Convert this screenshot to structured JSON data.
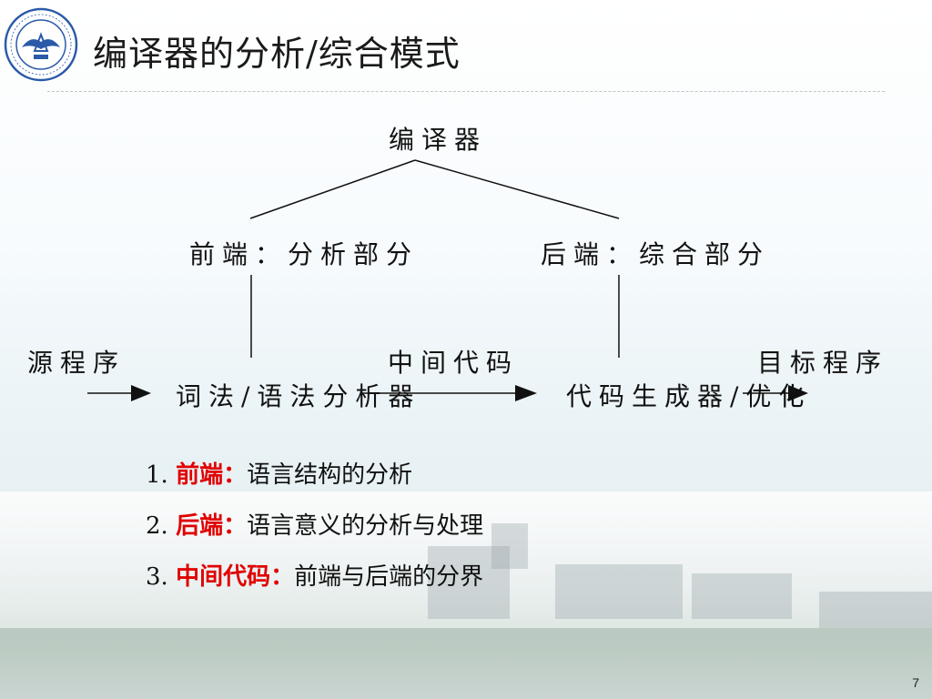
{
  "slide": {
    "title": "编译器的分析/综合模式",
    "page_number": "7"
  },
  "diagram": {
    "root": "编译器",
    "front_group": "前端：分析部分",
    "back_group": "后端：综合部分",
    "input_label": "源程序",
    "front_box": "词法/语法分析器",
    "middle_label": "中间代码",
    "back_box": "代码生成器/优化",
    "output_label": "目标程序"
  },
  "notes": [
    {
      "num": "1.",
      "key": "前端：",
      "text": "语言结构的分析"
    },
    {
      "num": "2.",
      "key": "后端：",
      "text": "语言意义的分析与处理"
    },
    {
      "num": "3.",
      "key": "中间代码：",
      "text": "前端与后端的分界"
    }
  ],
  "colors": {
    "accent": "#e00000",
    "logo_blue": "#2a5aa8"
  }
}
